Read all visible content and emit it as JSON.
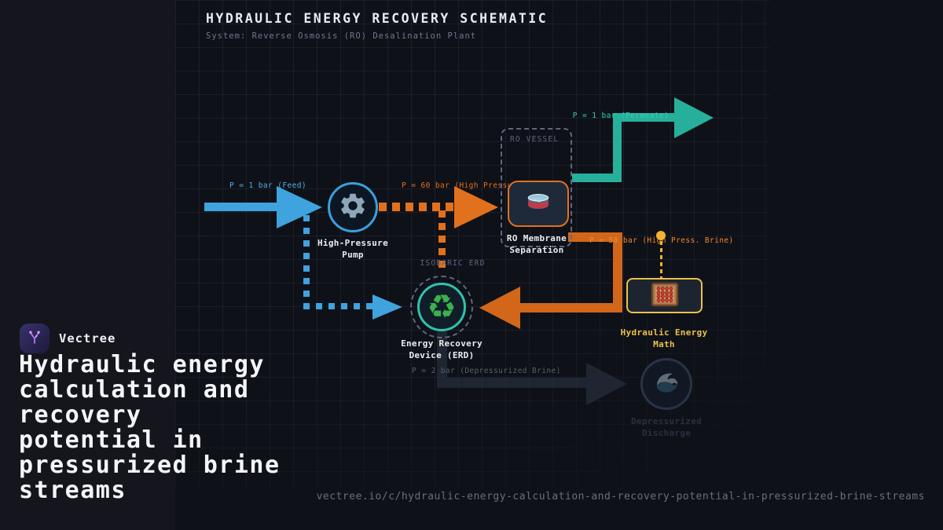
{
  "header": {
    "title": "HYDRAULIC ENERGY RECOVERY SCHEMATIC",
    "subtitle": "System: Reverse Osmosis (RO) Desalination Plant"
  },
  "diagram": {
    "feed_label": "P = 1 bar (Feed)",
    "pump_label": "High-Pressure\nPump",
    "high_pressure_label": "P = 60 bar (High Pressure)",
    "ro_vessel_label": "RO VESSEL",
    "ro_membrane_label": "RO Membrane\nSeparation",
    "permeate_label": "P = 1 bar (Permeate)",
    "brine_label": "P = 58 bar (High Press. Brine)",
    "isobaric_label": "ISOBARIC ERD",
    "erd_label": "Energy Recovery\nDevice (ERD)",
    "energy_math_label": "Hydraulic Energy\nMath",
    "depressurized_label": "P = 2 bar (Depressurized Brine)",
    "discharge_label": "Depressurized\nDischarge"
  },
  "icons": {
    "pump": "gear-icon",
    "ro_membrane": "petri-dish-icon",
    "erd": "recycle-icon",
    "energy_math": "abacus-icon",
    "discharge": "wave-icon",
    "brand": "vectree-tree-icon"
  },
  "colors": {
    "background": "#0f1118",
    "feed_blue": "#3fa3dd",
    "high_pressure_orange": "#e2711d",
    "brine_orange": "#d2671a",
    "permeate_teal": "#26b09c",
    "annotation_gold": "#ecc14a",
    "depressurized_gray": "#2b3342"
  },
  "branding": {
    "name": "Vectree",
    "headline": "Hydraulic energy\ncalculation and\nrecovery\npotential in\npressurized brine\nstreams",
    "url": "vectree.io/c/hydraulic-energy-calculation-and-recovery-potential-in-pressurized-brine-streams"
  }
}
